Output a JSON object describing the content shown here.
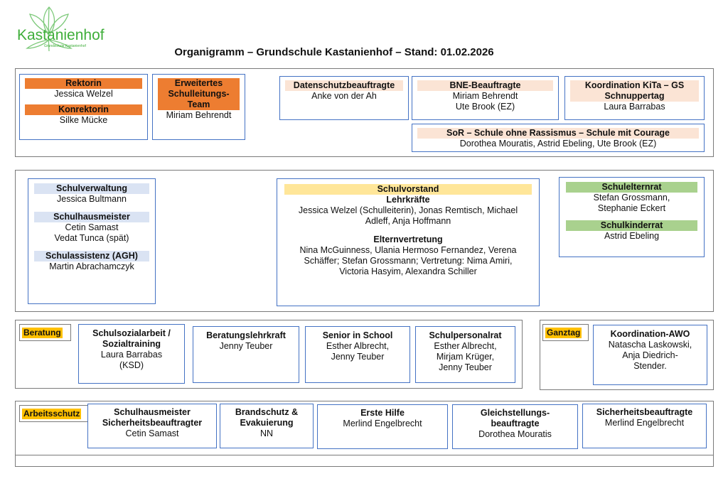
{
  "logo": {
    "text": "Kastanienhof",
    "subtext": "Grundschule Kastanienhof"
  },
  "title": "Organigramm – Grundschule Kastanienhof – Stand: 01.02.2026",
  "section1": {
    "rektorin": {
      "role": "Rektorin",
      "name": "Jessica Welzel"
    },
    "konrektorin": {
      "role": "Konrektorin",
      "name": "Silke Mücke"
    },
    "erweitertes": {
      "role_line1": "Erweitertes",
      "role_line2": "Schulleitungs-",
      "role_line3": "Team",
      "name": "Miriam Behrendt"
    },
    "datenschutz": {
      "role": "Datenschutzbeauftragte",
      "name": "Anke von der Ah"
    },
    "bne": {
      "role": "BNE-Beauftragte",
      "name1": "Miriam Behrendt",
      "name2": "Ute Brook (EZ)"
    },
    "kita": {
      "role_line1": "Koordination KiTa – GS",
      "role_line2": "Schnuppertag",
      "name": "Laura Barrabas"
    },
    "sor": {
      "role": "SoR – Schule ohne Rassismus – Schule mit Courage",
      "names": "Dorothea Mouratis, Astrid Ebeling, Ute Brook (EZ)"
    }
  },
  "section2": {
    "verwaltung": {
      "role": "Schulverwaltung",
      "name": "Jessica Bultmann"
    },
    "hausmeister": {
      "role": "Schulhausmeister",
      "name1": "Cetin Samast",
      "name2": "Vedat Tunca (spät)"
    },
    "assistenz": {
      "role": "Schulassistenz (AGH)",
      "name": "Martin Abrachamczyk"
    },
    "vorstand": {
      "role": "Schulvorstand",
      "lehrkraefte_label": "Lehrkräfte",
      "lehrkraefte_line1": "Jessica Welzel (Schulleiterin), Jonas Remtisch, Michael",
      "lehrkraefte_line2": "Adleff, Anja Hoffmann",
      "eltern_label": "Elternvertretung",
      "eltern_line1": "Nina McGuinness, Ulania Hermoso Fernandez, Verena",
      "eltern_line2": "Schäffer; Stefan Grossmann; Vertretung: Nima Amiri,",
      "eltern_line3": "Victoria Hasyim, Alexandra Schiller"
    },
    "elternrat": {
      "role": "Schulelternrat",
      "name1": "Stefan Grossmann,",
      "name2": "Stephanie Eckert"
    },
    "kinderrat": {
      "role": "Schulkinderrat",
      "name": "Astrid Ebeling"
    }
  },
  "section3": {
    "tag": "Beratung",
    "sozial": {
      "role_line1": "Schulsozialarbeit /",
      "role_line2": "Sozialtraining",
      "name1": "Laura Barrabas",
      "name2": "(KSD)"
    },
    "beratungslehrkraft": {
      "role": "Beratungslehrkraft",
      "name": "Jenny Teuber"
    },
    "senior": {
      "role": "Senior in School",
      "name1": "Esther Albrecht,",
      "name2": "Jenny Teuber"
    },
    "personalrat": {
      "role": "Schulpersonalrat",
      "name1": "Esther Albrecht,",
      "name2": "Mirjam Krüger,",
      "name3": "Jenny Teuber"
    }
  },
  "section3b": {
    "tag": "Ganztag",
    "awo": {
      "role": "Koordination-AWO",
      "name1": "Natascha Laskowski,",
      "name2": "Anja Diedrich-",
      "name3": "Stender."
    }
  },
  "section4": {
    "tag": "Arbeitsschutz",
    "hausmeister": {
      "role_line1": "Schulhausmeister",
      "role_line2": "Sicherheitsbeauftragter",
      "name": "Cetin Samast"
    },
    "brandschutz": {
      "role_line1": "Brandschutz &",
      "role_line2": "Evakuierung",
      "name": "NN"
    },
    "ersthilfe": {
      "role": "Erste Hilfe",
      "name": "Merlind Engelbrecht"
    },
    "gleichstellung": {
      "role_line1": "Gleichstellungs-",
      "role_line2": "beauftragte",
      "name": "Dorothea Mouratis"
    },
    "sicherheit": {
      "role": "Sicherheitsbeauftragte",
      "name": "Merlind Engelbrecht"
    }
  },
  "colors": {
    "box_border": "#4472c4",
    "orange": "#ed7d31",
    "peach": "#fbe4d5",
    "blue": "#dae3f3",
    "yellow": "#ffe699",
    "green": "#a9d18e",
    "tag": "#ffc000",
    "logo_green": "#3fae3a"
  }
}
